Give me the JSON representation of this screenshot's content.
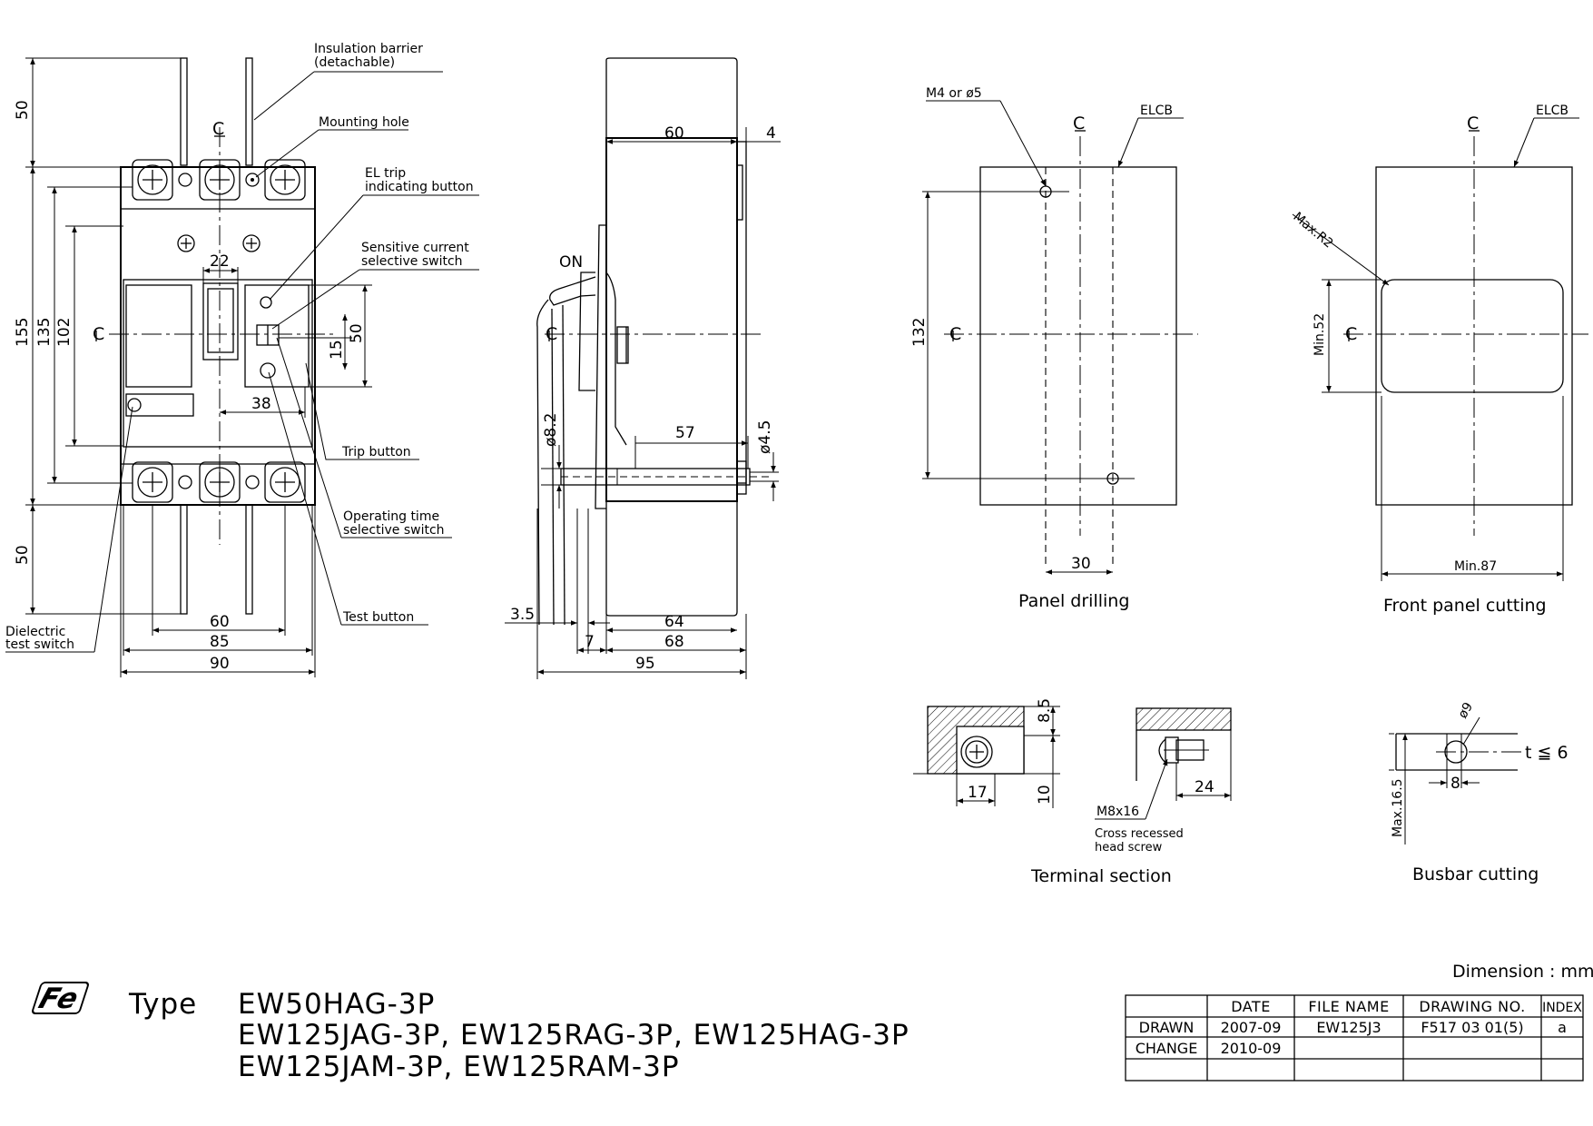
{
  "front_view": {
    "callouts": {
      "insulation_barrier_1": "Insulation barrier",
      "insulation_barrier_2": "(detachable)",
      "mounting_hole": "Mounting hole",
      "el_trip_1": "EL trip",
      "el_trip_2": "indicating button",
      "sensitive_1": "Sensitive current",
      "sensitive_2": "selective switch",
      "trip_button": "Trip button",
      "operating_1": "Operating time",
      "operating_2": "selective switch",
      "test_button": "Test button",
      "dielectric_1": "Dielectric",
      "dielectric_2": "test switch"
    },
    "centerline_mark": "C",
    "dims": {
      "top_barrier": "50",
      "bottom_barrier": "50",
      "overall_height": "155",
      "terminal_pitch_v": "135",
      "mount_v": "102",
      "handle_window": "22",
      "switch_h": "50",
      "switch_gap": "15",
      "switch_offset": "38",
      "mount_h": "60",
      "width_85": "85",
      "width_90": "90"
    }
  },
  "side_view": {
    "on_label": "ON",
    "centerline_mark": "C",
    "dims": {
      "body_depth_60": "60",
      "cover_4": "4",
      "shaft_57": "57",
      "hole_dia_82": "ø8.2",
      "hole_dia_45": "ø4.5",
      "front_35": "3.5",
      "front_7": "7",
      "depth_64": "64",
      "depth_68": "68",
      "depth_95": "95"
    }
  },
  "panel_drilling": {
    "hole_label": "M4 or ø5",
    "elcb_label": "ELCB",
    "centerline_mark": "C",
    "dim_132": "132",
    "dim_30": "30",
    "caption": "Panel drilling"
  },
  "front_panel_cutting": {
    "elcb_label": "ELCB",
    "radius_label": "Max.R2",
    "centerline_mark": "C",
    "dim_height": "Min.52",
    "dim_width": "Min.87",
    "caption": "Front panel cutting"
  },
  "terminal_section": {
    "dim_85": "8.5",
    "dim_10": "10",
    "dim_17": "17",
    "dim_24": "24",
    "screw_label": "M8x16",
    "screw_desc_1": "Cross recessed",
    "screw_desc_2": "head screw",
    "caption": "Terminal section"
  },
  "busbar_cutting": {
    "dia_label": "ø9",
    "thickness_label": "t ≦ 6",
    "dim_8": "8",
    "dim_max": "Max.16.5",
    "caption": "Busbar cutting"
  },
  "dimension_unit": "Dimension : mm",
  "type_block": {
    "logo": "Fe",
    "type_label": "Type",
    "line1": "EW50HAG-3P",
    "line2": "EW125JAG-3P, EW125RAG-3P, EW125HAG-3P",
    "line3": "EW125JAM-3P, EW125RAM-3P"
  },
  "title_block": {
    "headers": [
      "",
      "DATE",
      "FILE NAME",
      "DRAWING NO.",
      "INDEX"
    ],
    "rows": [
      [
        "DRAWN",
        "2007-09",
        "EW125J3",
        "F517 03 01(5)",
        "a"
      ],
      [
        "CHANGE",
        "2010-09",
        "",
        "",
        ""
      ],
      [
        "",
        "",
        "",
        "",
        ""
      ]
    ]
  }
}
